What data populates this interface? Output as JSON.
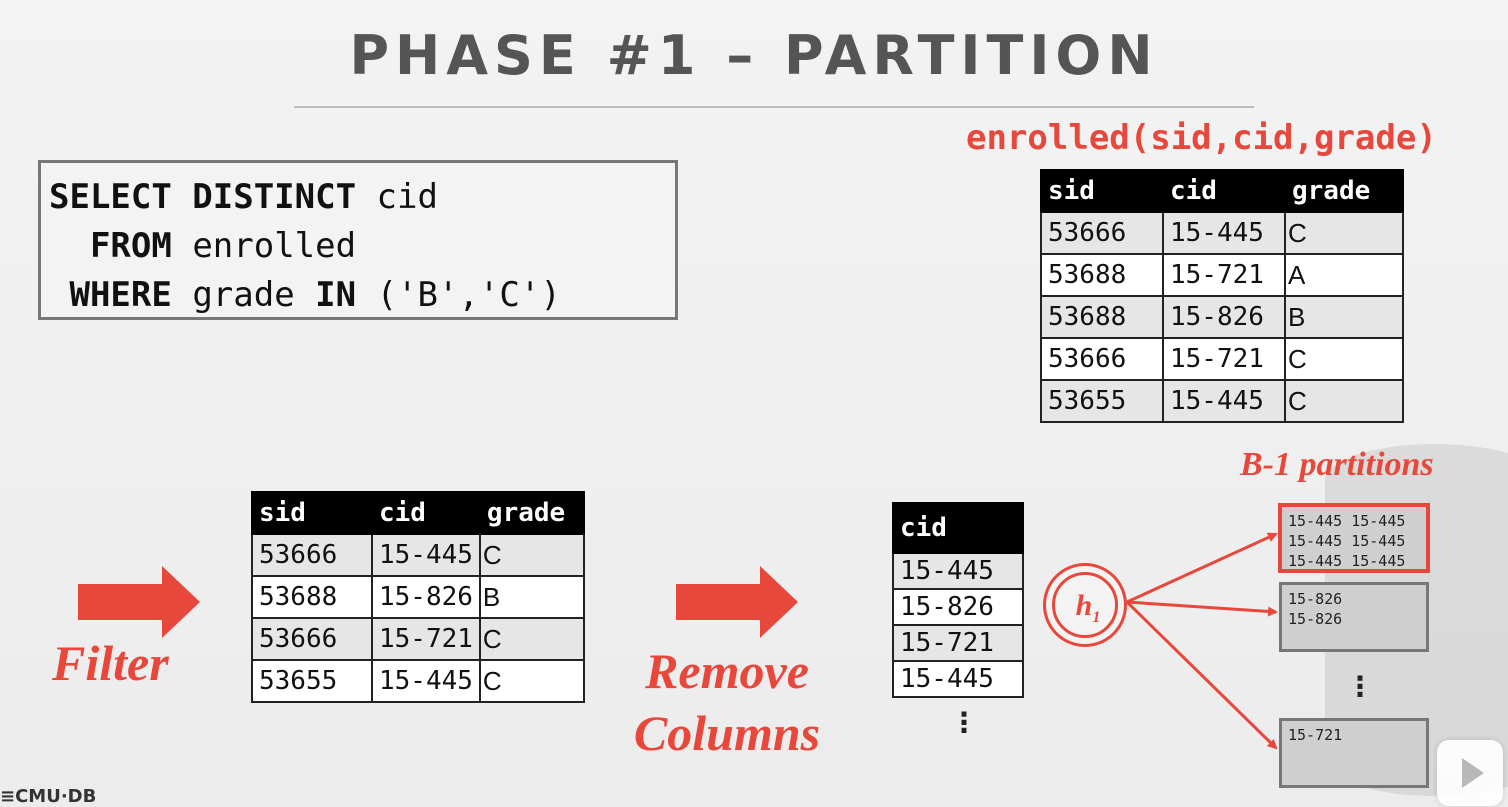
{
  "slide": {
    "title": "PHASE #1 – PARTITION",
    "sql": {
      "line1_kw": "SELECT DISTINCT",
      "line1_rest": " cid",
      "line2_indent": "  ",
      "line2_kw": "FROM",
      "line2_rest": " enrolled",
      "line3_indent": " ",
      "line3_kw1": "WHERE",
      "line3_mid": " grade ",
      "line3_kw2": "IN",
      "line3_rest": " ('B','C')"
    },
    "relation_title": "enrolled(sid,cid,grade)",
    "enrolled_table": {
      "headers": [
        "sid",
        "cid",
        "grade"
      ],
      "rows": [
        [
          "53666",
          "15-445",
          "C"
        ],
        [
          "53688",
          "15-721",
          "A"
        ],
        [
          "53688",
          "15-826",
          "B"
        ],
        [
          "53666",
          "15-721",
          "C"
        ],
        [
          "53655",
          "15-445",
          "C"
        ]
      ]
    },
    "filter_label": "Filter",
    "filtered_table": {
      "headers": [
        "sid",
        "cid",
        "grade"
      ],
      "rows": [
        [
          "53666",
          "15-445",
          "C"
        ],
        [
          "53688",
          "15-826",
          "B"
        ],
        [
          "53666",
          "15-721",
          "C"
        ],
        [
          "53655",
          "15-445",
          "C"
        ]
      ]
    },
    "remove_label_line1": "Remove",
    "remove_label_line2": "Columns",
    "cid_table": {
      "header": "cid",
      "rows": [
        "15-445",
        "15-826",
        "15-721",
        "15-445"
      ],
      "ellipsis": "⋮"
    },
    "hash": {
      "label": "h",
      "subscript": "1"
    },
    "partitions_label": "B-1 partitions",
    "partitions": [
      {
        "text": "15-445 15-445\n15-445 15-445\n15-445 15-445",
        "highlighted": true
      },
      {
        "text": "15-826\n15-826",
        "highlighted": false
      },
      {
        "text": "15-721",
        "highlighted": false
      }
    ],
    "partitions_ellipsis": "⋮",
    "footer": "≡CMU·DB",
    "colors": {
      "accent": "#e8473b",
      "title": "#555555",
      "header_bg": "#000000"
    }
  }
}
